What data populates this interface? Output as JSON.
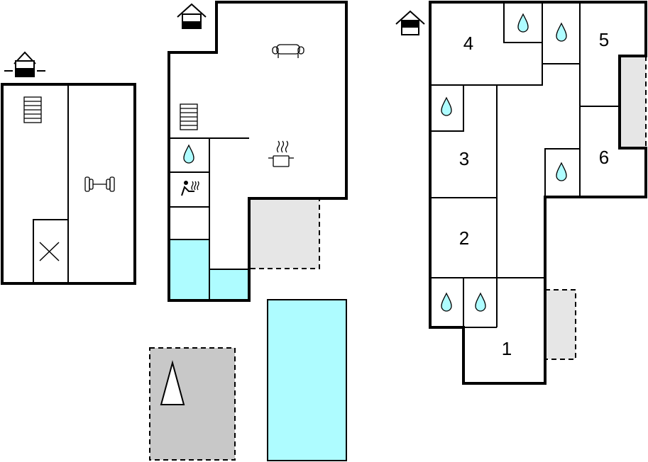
{
  "floorplan": {
    "colors": {
      "pool": "#aefcff",
      "terrace": "#e6e6e6",
      "carport": "#c8c8c8",
      "wall": "#000000"
    },
    "levels": [
      {
        "name": "basement",
        "icon": "house-basement-icon"
      },
      {
        "name": "ground-floor",
        "icon": "house-ground-floor-icon"
      },
      {
        "name": "upper-floor",
        "icon": "house-upper-floor-icon"
      }
    ],
    "rooms": [
      {
        "label": "1"
      },
      {
        "label": "2"
      },
      {
        "label": "3"
      },
      {
        "label": "4"
      },
      {
        "label": "5"
      },
      {
        "label": "6"
      }
    ],
    "icons": {
      "stairs": "stairs-icon",
      "fitness": "dumbbell-icon",
      "sofa": "sofa-icon",
      "kitchen": "cooking-pot-icon",
      "bathroom": "water-drop-icon",
      "sauna": "sauna-icon",
      "parking": "parking-arrow-icon"
    }
  }
}
